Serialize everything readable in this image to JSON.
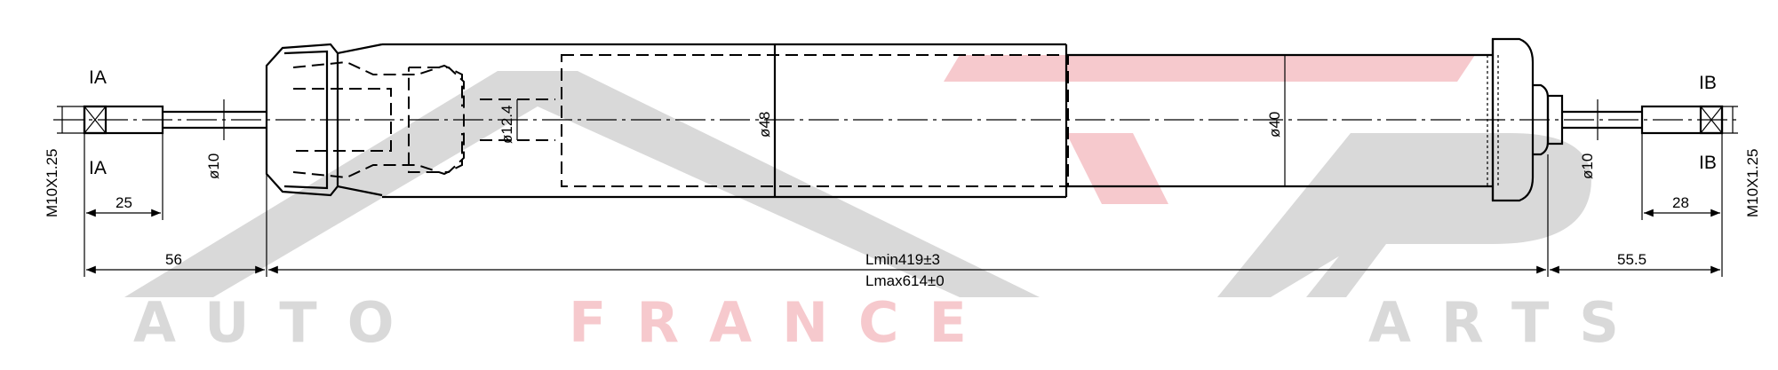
{
  "watermark": {
    "word_auto": "AUTO",
    "word_france": "FRANCE",
    "word_parts": "ARTS",
    "grey": "#d6d6d6",
    "red": "#f4c2c7"
  },
  "section_labels": {
    "left_top": "IA",
    "left_bottom": "IA",
    "right_top": "IB",
    "right_bottom": "IB"
  },
  "dimensions": {
    "thread_left": "M10X1.25",
    "thread_right": "M10X1.25",
    "rod_dia_left": "ø10",
    "rod_dia_right": "ø10",
    "inner_dia": "ø12.4",
    "body_dia": "ø48",
    "tube_dia": "ø40",
    "stud_len_left": "25",
    "stud_len_right": "28",
    "end_len_left": "56",
    "end_len_right": "55.5",
    "lmin": "Lmin419±3",
    "lmax": "Lmax614±0"
  },
  "colors": {
    "line": "#000000"
  }
}
